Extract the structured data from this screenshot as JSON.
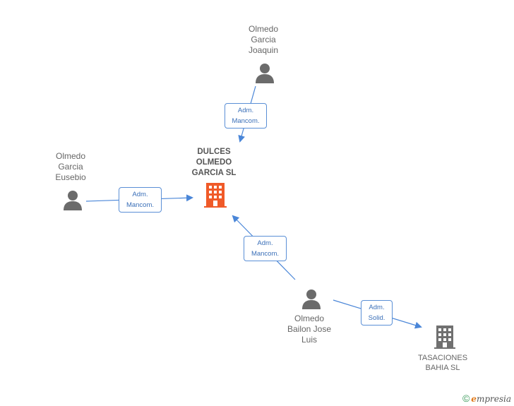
{
  "nodes": {
    "joaquin": {
      "lines": [
        "Olmedo",
        "Garcia",
        "Joaquin"
      ]
    },
    "eusebio": {
      "lines": [
        "Olmedo",
        "Garcia",
        "Eusebio"
      ]
    },
    "main_company": {
      "lines": [
        "DULCES",
        "OLMEDO",
        "GARCIA SL"
      ]
    },
    "jose_luis": {
      "lines": [
        "Olmedo",
        "Bailon Jose",
        "Luis"
      ]
    },
    "tasaciones": {
      "lines": [
        "TASACIONES",
        "BAHIA SL"
      ]
    }
  },
  "edges": {
    "joaquin_main": [
      "Adm.",
      "Mancom."
    ],
    "eusebio_main": [
      "Adm.",
      "Mancom."
    ],
    "joseluis_main": [
      "Adm.",
      "Mancom."
    ],
    "joseluis_tasaciones": [
      "Adm.",
      "Solid."
    ]
  },
  "brand": {
    "copyright": "©",
    "e": "e",
    "rest": "mpresia"
  },
  "colors": {
    "edge": "#4a86d8",
    "person": "#6b6b6b",
    "main_company": "#f05a28",
    "other_company": "#707070"
  }
}
